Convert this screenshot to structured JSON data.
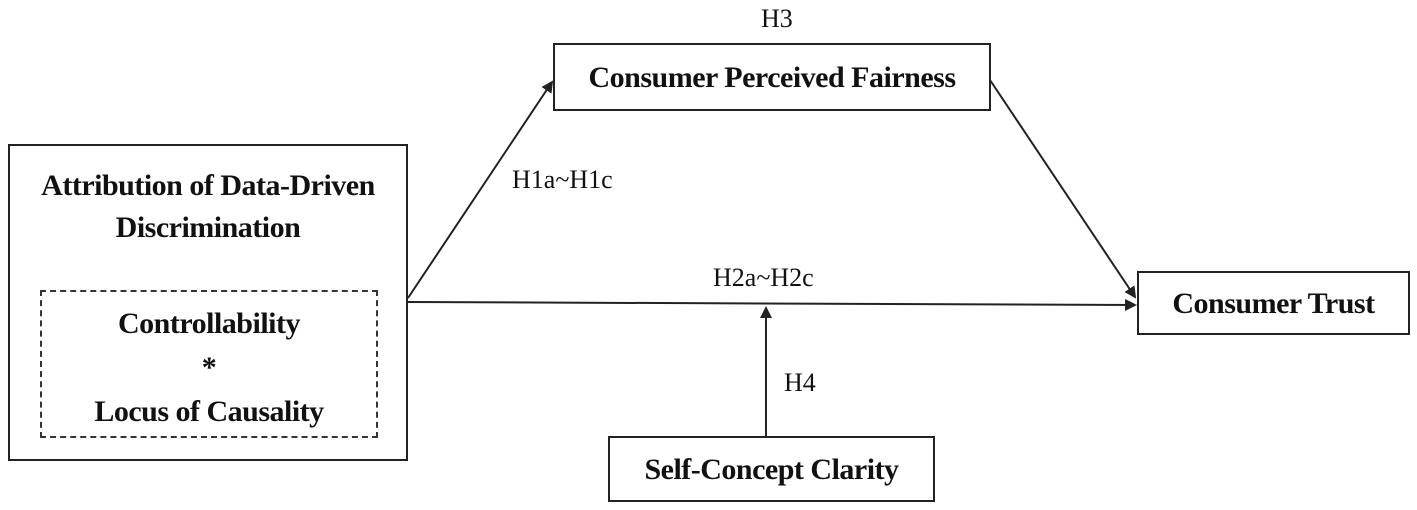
{
  "nodes": {
    "attribution": {
      "title_line1": "Attribution of Data-Driven",
      "title_line2": "Discrimination",
      "inner_line1": "Controllability",
      "inner_op": "*",
      "inner_line2": "Locus of Causality"
    },
    "fairness": {
      "label": "Consumer Perceived Fairness"
    },
    "trust": {
      "label": "Consumer Trust"
    },
    "clarity": {
      "label": "Self-Concept Clarity"
    }
  },
  "hypotheses": {
    "h1": "H1a~H1c",
    "h2": "H2a~H2c",
    "h3": "H3",
    "h4": "H4"
  }
}
